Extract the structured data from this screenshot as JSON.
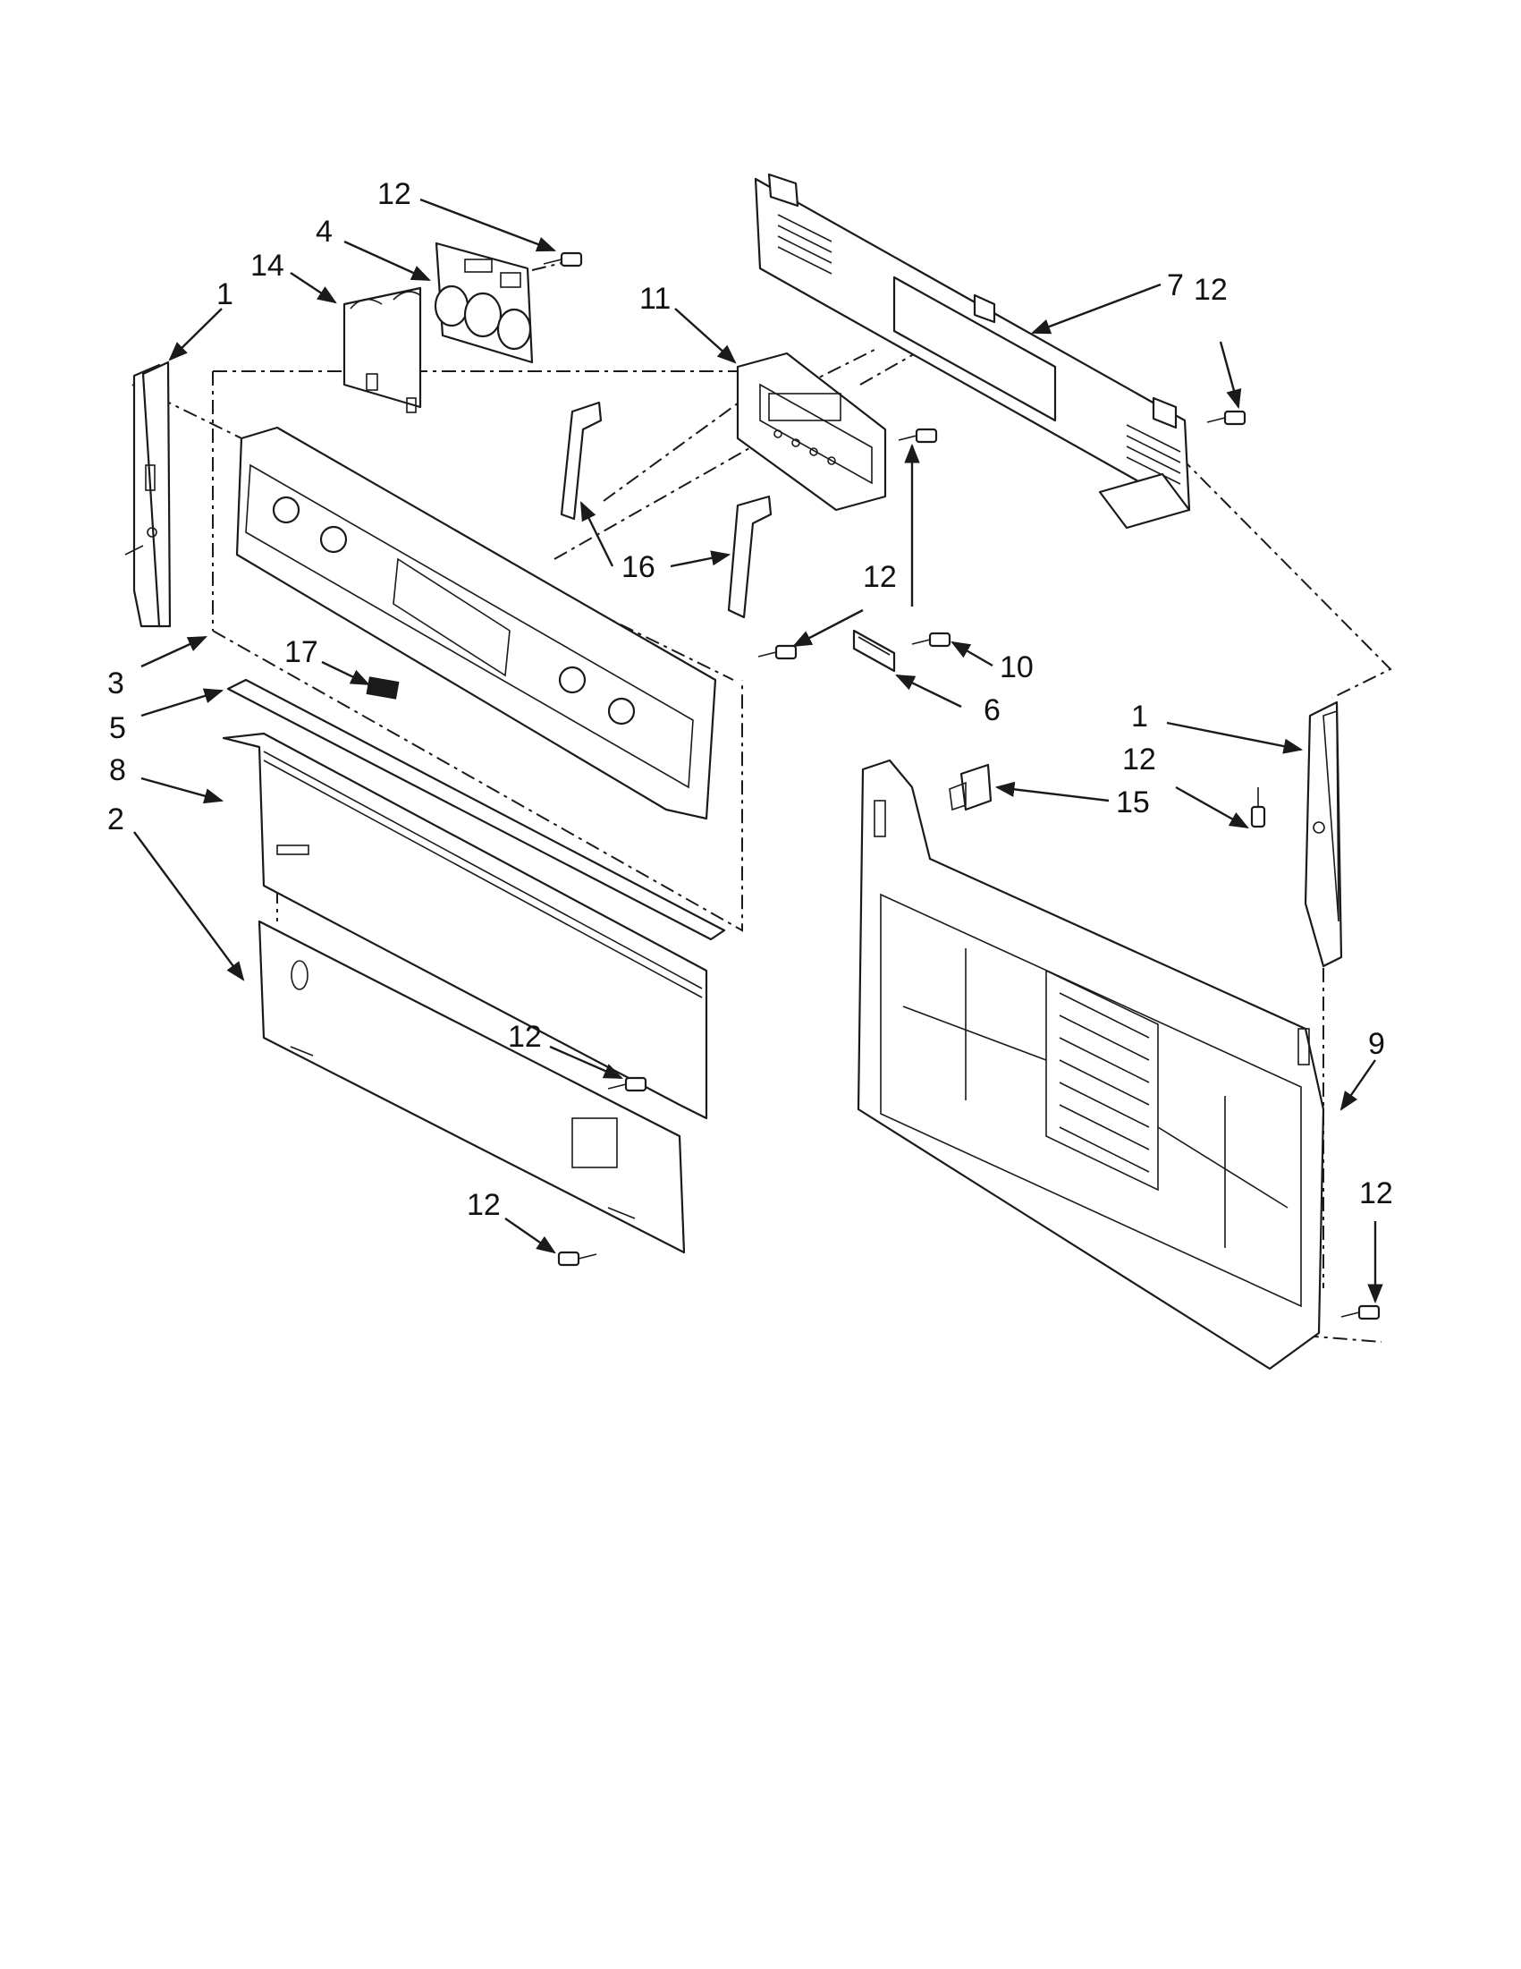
{
  "callouts": [
    {
      "id": "c-12-top",
      "text": "12"
    },
    {
      "id": "c-4",
      "text": "4"
    },
    {
      "id": "c-14",
      "text": "14"
    },
    {
      "id": "c-1-left",
      "text": "1"
    },
    {
      "id": "c-11",
      "text": "11"
    },
    {
      "id": "c-7",
      "text": "7"
    },
    {
      "id": "c-12-right-top",
      "text": "12"
    },
    {
      "id": "c-16",
      "text": "16"
    },
    {
      "id": "c-12-mid",
      "text": "12"
    },
    {
      "id": "c-10",
      "text": "10"
    },
    {
      "id": "c-6",
      "text": "6"
    },
    {
      "id": "c-3",
      "text": "3"
    },
    {
      "id": "c-17",
      "text": "17"
    },
    {
      "id": "c-5",
      "text": "5"
    },
    {
      "id": "c-8",
      "text": "8"
    },
    {
      "id": "c-2",
      "text": "2"
    },
    {
      "id": "c-1-right",
      "text": "1"
    },
    {
      "id": "c-12-right-mid",
      "text": "12"
    },
    {
      "id": "c-15",
      "text": "15"
    },
    {
      "id": "c-9",
      "text": "9"
    },
    {
      "id": "c-12-lower",
      "text": "12"
    },
    {
      "id": "c-12-bottom",
      "text": "12"
    },
    {
      "id": "c-12-right-bottom",
      "text": "12"
    }
  ]
}
